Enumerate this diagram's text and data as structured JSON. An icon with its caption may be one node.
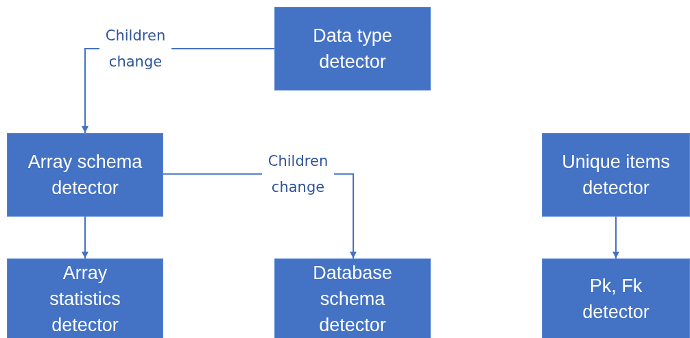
{
  "diagram": {
    "nodes": [
      {
        "text": [
          "Data type detector"
        ]
      },
      {
        "text": [
          "Array schema detector"
        ]
      },
      {
        "text": [
          "Array statistics detector"
        ]
      },
      {
        "text": [
          "Database schema detector"
        ]
      },
      {
        "text": [
          "Unique items detector"
        ]
      },
      {
        "text": [
          "Pk, Fk detector"
        ]
      }
    ],
    "edges": [
      {
        "from": 0,
        "to": 1,
        "arrow": "to",
        "label": "Children change"
      },
      {
        "from": 1,
        "to": 2,
        "arrow": "to"
      },
      {
        "from": 1,
        "to": 3,
        "arrow": "to",
        "label": "Children change"
      },
      {
        "from": 4,
        "to": 5,
        "arrow": "to"
      }
    ]
  }
}
